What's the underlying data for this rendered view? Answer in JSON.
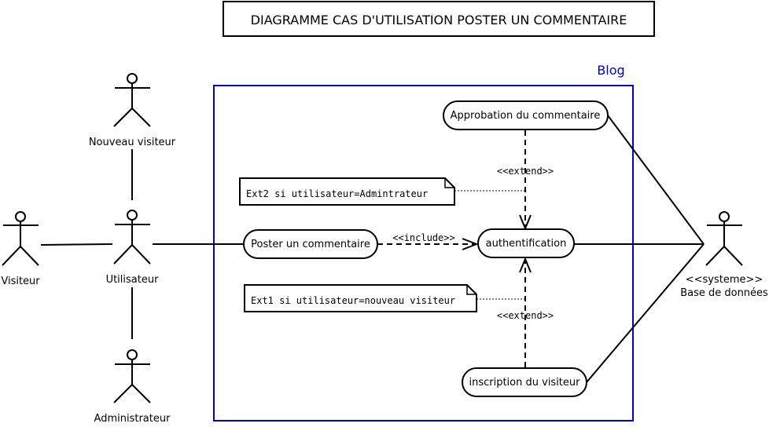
{
  "title": "DIAGRAMME CAS D'UTILISATION POSTER UN COMMENTAIRE",
  "system_boundary": {
    "label": "Blog",
    "color": "#0000cc"
  },
  "actors": {
    "nouveau_visiteur": "Nouveau visiteur",
    "visiteur": "Visiteur",
    "utilisateur": "Utilisateur",
    "administrateur": "Administrateur",
    "base_stereotype": "<<systeme>>",
    "base_name": "Base de données"
  },
  "use_cases": {
    "approbation": "Approbation du commentaire",
    "poster": "Poster un commentaire",
    "authentification": "authentification",
    "inscription": "inscription du visiteur"
  },
  "relations": {
    "include": "<<include>>",
    "extend_top": "<<extend>>",
    "extend_bottom": "<<extend>>"
  },
  "notes": {
    "ext2": "Ext2 si utilisateur=Admintrateur",
    "ext1": "Ext1 si utilisateur=nouveau visiteur"
  }
}
